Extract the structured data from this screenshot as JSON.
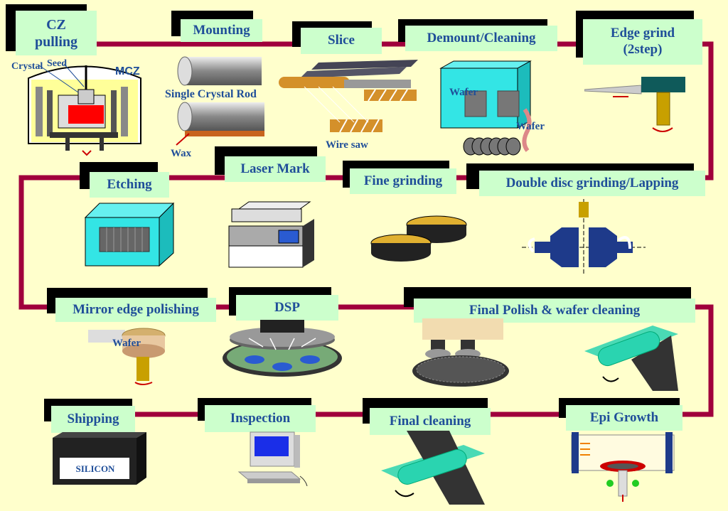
{
  "colors": {
    "background": "#ffffcc",
    "label_fill": "#ccffcc",
    "label_text": "#1f4e99",
    "flow_line": "#a0003c",
    "cyan": "#33e5e5",
    "red": "#ff0000",
    "brass": "#c8a000",
    "navy": "#1e3a8a"
  },
  "steps": {
    "cz": {
      "line1": "CZ",
      "line2": "pulling"
    },
    "mounting": "Mounting",
    "slice": "Slice",
    "demount": "Demount/Cleaning",
    "edge_grind": {
      "line1": "Edge grind",
      "line2": "(2step)"
    },
    "etching": "Etching",
    "laser_mark": "Laser Mark",
    "fine_grinding": "Fine grinding",
    "double_disc": "Double disc grinding/Lapping",
    "mirror_edge": "Mirror edge polishing",
    "dsp": "DSP",
    "final_polish": "Final Polish & wafer cleaning",
    "shipping": "Shipping",
    "inspection": "Inspection",
    "final_cleaning": "Final cleaning",
    "epi_growth": "Epi Growth"
  },
  "annotations": {
    "crystal": "Crystal",
    "seed": "Seed",
    "mcz": "MCZ",
    "single_crystal_rod": "Single Crystal Rod",
    "wax": "Wax",
    "wire_saw": "Wire saw",
    "wafer_a": "Wafer",
    "wafer_b": "Wafer",
    "wafer_c": "Wafer",
    "silicon": "SILICON"
  }
}
